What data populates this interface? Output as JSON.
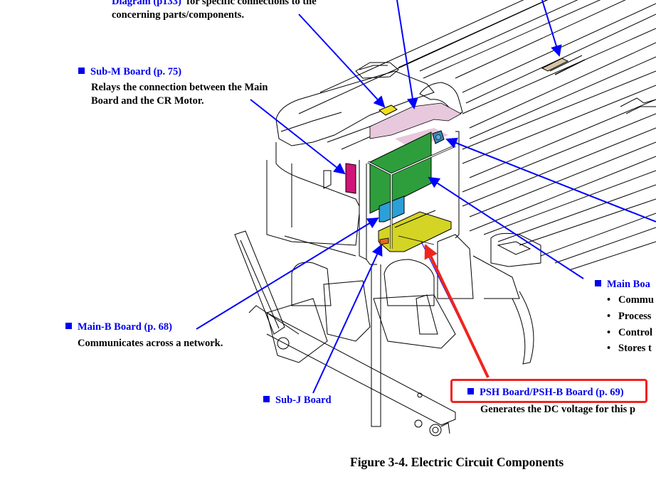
{
  "intro": {
    "link_text": "Diagram (p133)",
    "line1_rest": "  for specific connections to the",
    "line2": "concerning parts/components."
  },
  "callouts": {
    "sub_m": {
      "label": "Sub-M Board (p. 75)",
      "desc": [
        "Relays the connection between the Main",
        "Board and the CR Motor."
      ]
    },
    "main_b": {
      "label": "Main-B Board (p. 68)",
      "desc": [
        "Communicates across a network."
      ]
    },
    "sub_j": {
      "label": "Sub-J Board"
    },
    "main": {
      "label": "Main Boa",
      "bullets": [
        "Commu",
        "Process",
        "Control",
        "Stores t"
      ]
    },
    "psh": {
      "label": "PSH Board/PSH-B Board (p. 69)",
      "desc": [
        "Generates the DC voltage for this p"
      ],
      "highlighted": true
    }
  },
  "caption": "Figure 3-4.  Electric Circuit Components",
  "colors": {
    "link_blue": "#0000ee",
    "arrow_blue": "#0000ff",
    "highlight_red": "#f0241e",
    "main_board_green": "#2e9e3c",
    "main_b_board_blue": "#2c9fd6",
    "psh_board_yellow": "#d4d424",
    "sub_m_board_magenta": "#d01478",
    "cr_board_pink": "#e8c8dc",
    "sub_board_yellow": "#f0e020",
    "sub_j_orange": "#e86424",
    "fan_blue": "#3a8ab8",
    "tan_board": "#d6c4a4"
  }
}
